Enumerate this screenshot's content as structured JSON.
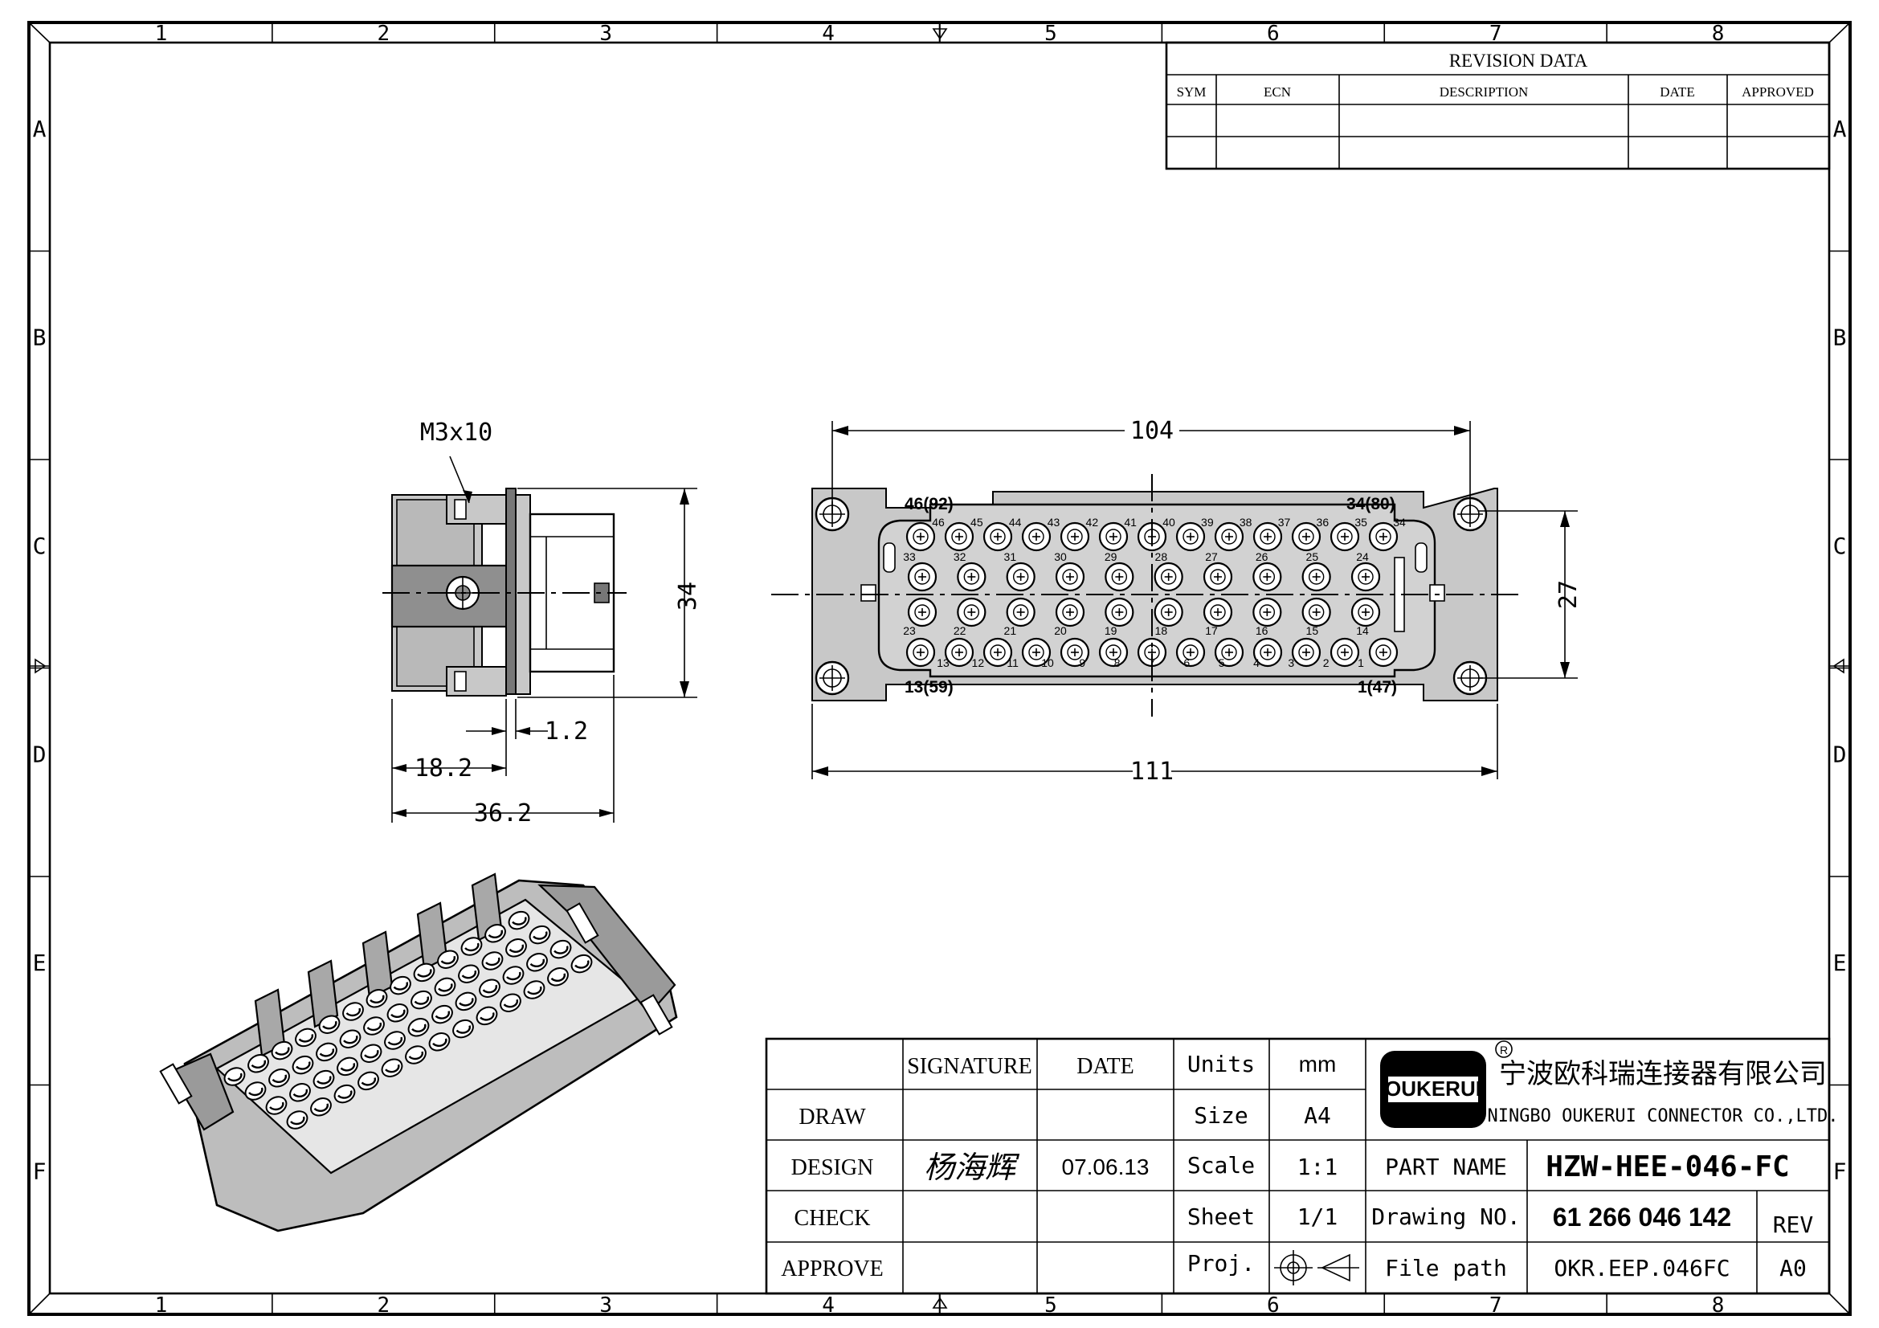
{
  "frame": {
    "columns": [
      "1",
      "2",
      "3",
      "4",
      "5",
      "6",
      "7",
      "8"
    ],
    "rows": [
      "A",
      "B",
      "C",
      "D",
      "E",
      "F"
    ]
  },
  "revision": {
    "title": "REVISION DATA",
    "headers": [
      "SYM",
      "ECN",
      "DESCRIPTION",
      "DATE",
      "APPROVED"
    ]
  },
  "views": {
    "side": {
      "callout": "M3x10",
      "dims": {
        "height": "34",
        "flange": "1.2",
        "offset": "18.2",
        "length": "36.2"
      }
    },
    "front": {
      "dims": {
        "hole_spacing": "104",
        "overall_width": "111",
        "height": "27"
      },
      "corner_labels": {
        "top_left": "46(92)",
        "top_right": "34(80)",
        "bottom_left": "13(59)",
        "bottom_right": "1(47)"
      },
      "pin_numbers": {
        "row1": [
          "46",
          "45",
          "44",
          "43",
          "42",
          "41",
          "40",
          "39",
          "38",
          "37",
          "36",
          "35",
          "34"
        ],
        "row2": [
          "33",
          "32",
          "31",
          "30",
          "29",
          "28",
          "27",
          "26",
          "25",
          "24"
        ],
        "row3": [
          "23",
          "22",
          "21",
          "20",
          "19",
          "18",
          "17",
          "16",
          "15",
          "14"
        ],
        "row4": [
          "13",
          "12",
          "11",
          "10",
          "9",
          "8",
          "7",
          "6",
          "5",
          "4",
          "3",
          "2",
          "1"
        ]
      }
    }
  },
  "title_block": {
    "col_signature": "SIGNATURE",
    "col_date": "DATE",
    "rows": [
      {
        "role": "DRAW",
        "signature": "",
        "date": ""
      },
      {
        "role": "DESIGN",
        "signature": "杨海辉",
        "date": "07.06.13"
      },
      {
        "role": "CHECK",
        "signature": "",
        "date": ""
      },
      {
        "role": "APPROVE",
        "signature": "",
        "date": ""
      }
    ],
    "props": [
      {
        "label": "Units",
        "value": "mm"
      },
      {
        "label": "Size",
        "value": "A4"
      },
      {
        "label": "Scale",
        "value": "1:1"
      },
      {
        "label": "Sheet",
        "value": "1/1"
      },
      {
        "label": "Proj.",
        "value": ""
      }
    ],
    "company": {
      "logo_text": "OUKERUI",
      "registered_mark": "R",
      "name_cn": "宁波欧科瑞连接器有限公司",
      "name_en": "NINGBO OUKERUI CONNECTOR CO.,LTD."
    },
    "part_name_label": "PART NAME",
    "part_name": "HZW-HEE-046-FC",
    "drawing_no_label": "Drawing NO.",
    "drawing_no": "61 266 046 142",
    "rev_label": "REV",
    "file_path_label": "File path",
    "file_path": "OKR.EEP.046FC",
    "rev": "A0"
  }
}
